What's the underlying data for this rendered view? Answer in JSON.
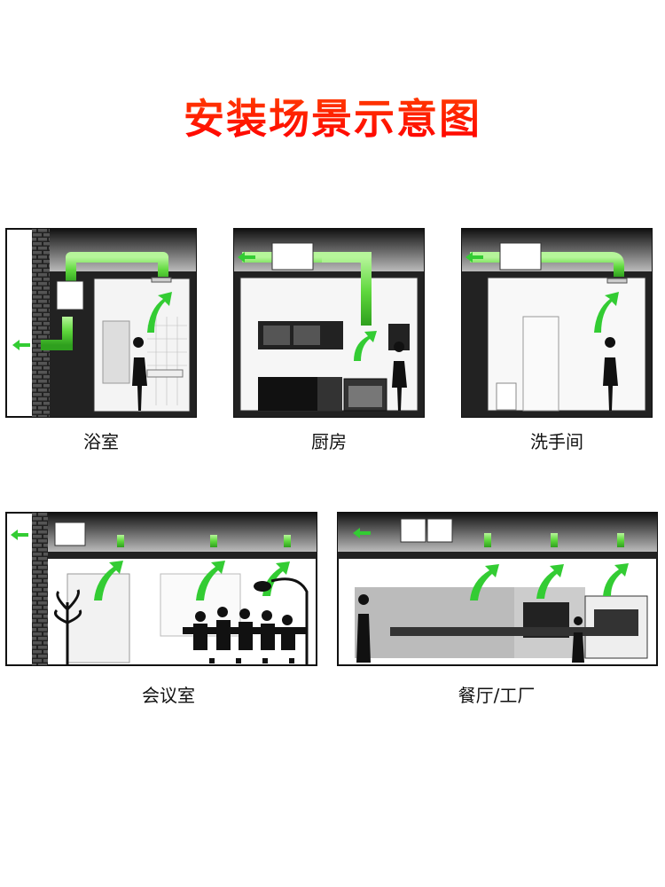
{
  "title": "安装场景示意图",
  "scenes": [
    {
      "label": "浴室"
    },
    {
      "label": "厨房"
    },
    {
      "label": "洗手间"
    },
    {
      "label": "会议室"
    },
    {
      "label": "餐厅/工厂"
    }
  ],
  "colors": {
    "title": "#ff2200",
    "duct": "#66dd44",
    "arrow": "#44cc33",
    "frame": "#1a1a1a"
  }
}
